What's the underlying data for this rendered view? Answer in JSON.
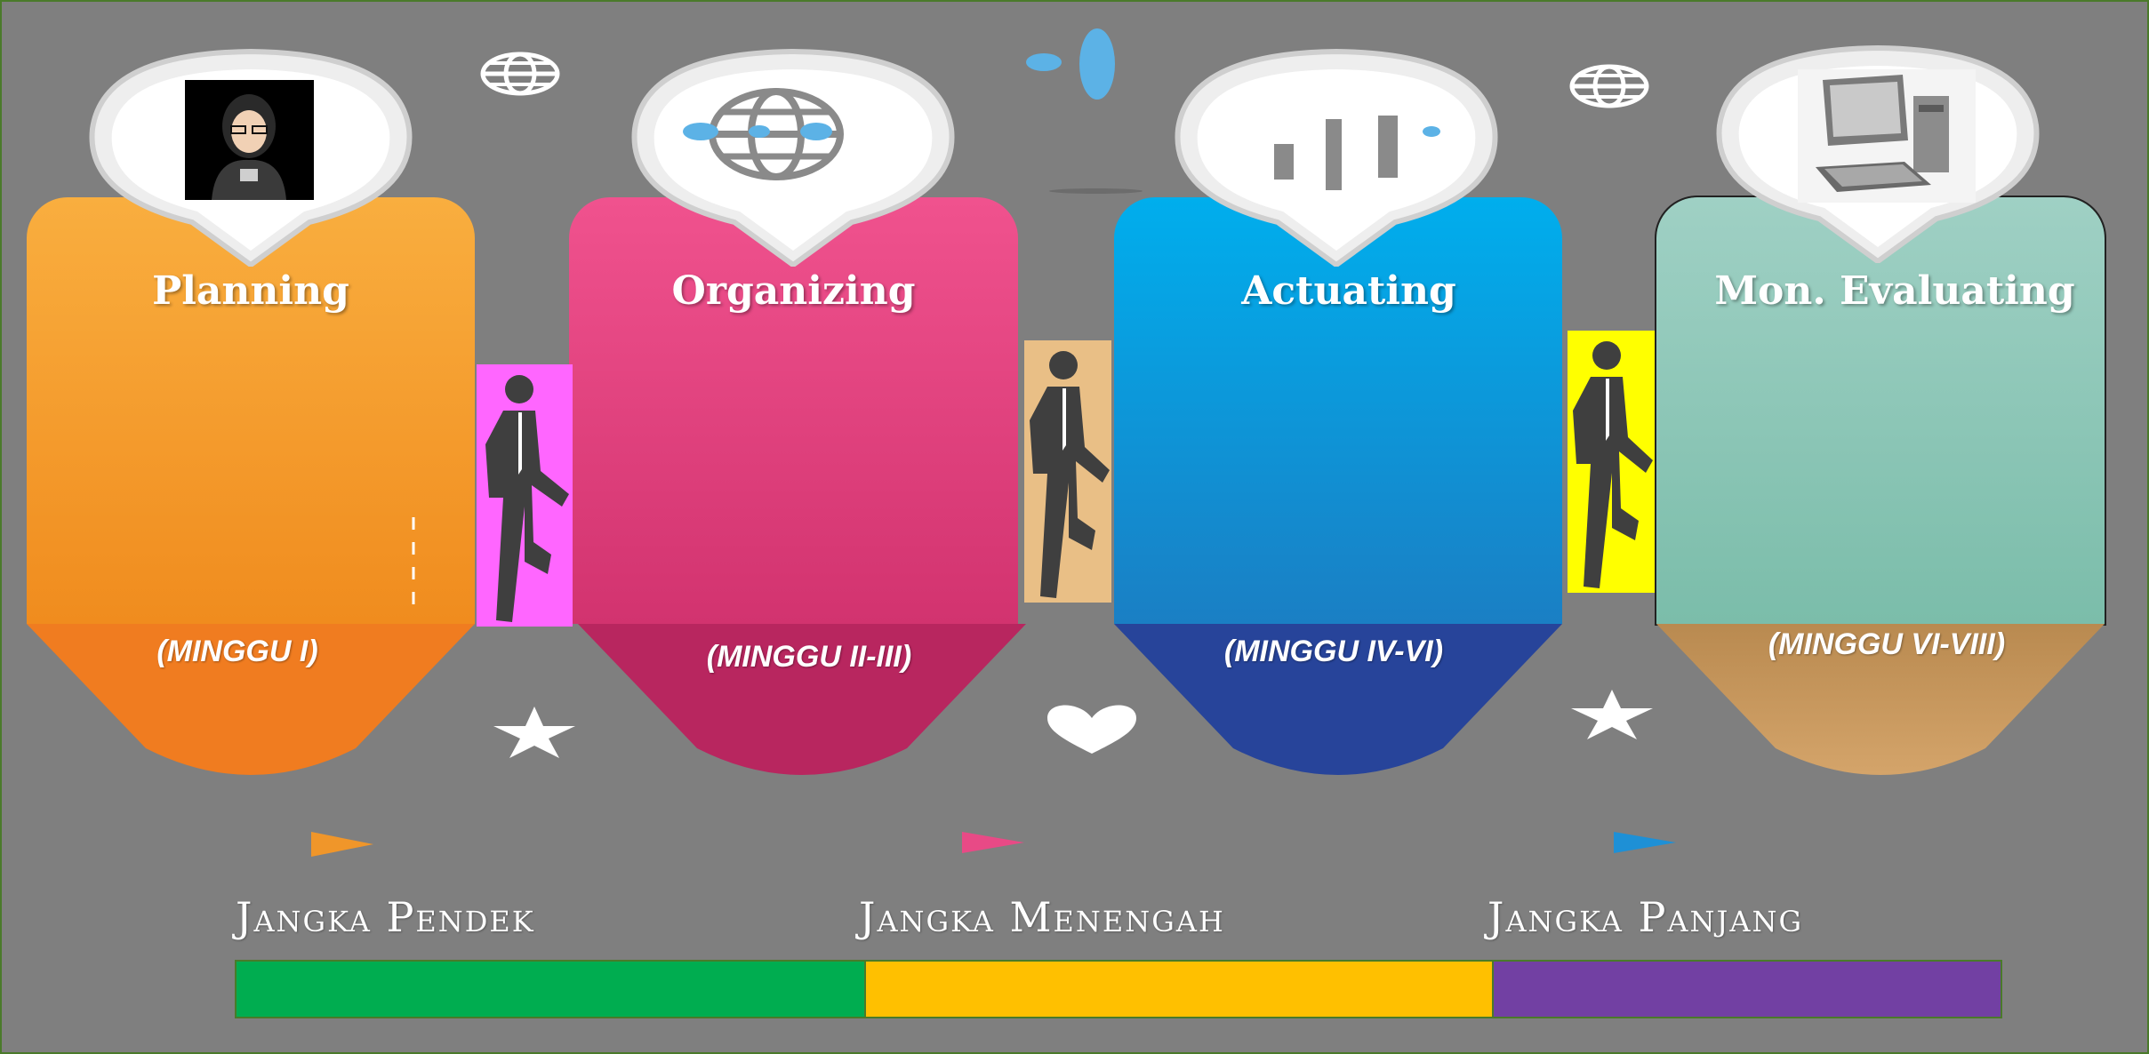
{
  "stages": [
    {
      "title": "Planning",
      "week": "(MINGGU I)",
      "color_top": "#f9ae3f",
      "color_bottom": "#f08c1e",
      "funnel": "#f07c20",
      "badge_icon": "person-portrait-icon"
    },
    {
      "title": "Organizing",
      "week": "(MINGGU II-III)",
      "color_top": "#f0528e",
      "color_bottom": "#d2336f",
      "funnel": "#b8265f",
      "badge_icon": "globe-icon"
    },
    {
      "title": "Actuating",
      "week": "(MINGGU IV-VI)",
      "color_top": "#00aeed",
      "color_bottom": "#1a7fc4",
      "funnel": "#27449a",
      "badge_icon": "bar-chart-icon"
    },
    {
      "title": "Mon. Evaluating",
      "week": "(MINGGU VI-VIII)",
      "color_top": "#9fd0c4",
      "color_bottom": "#7bbdaa",
      "funnel": "#c9955a",
      "badge_icon": "computer-icon"
    }
  ],
  "connectors": [
    {
      "bg": "#ff66ff",
      "icon": "walking-person-icon"
    },
    {
      "bg": "#e9bf86",
      "icon": "walking-person-icon"
    },
    {
      "bg": "#ffff00",
      "icon": "walking-person-icon"
    }
  ],
  "timeline": [
    {
      "label": "Jangka Pendek",
      "color": "#00ad50"
    },
    {
      "label": "Jangka Menengah",
      "color": "#ffc000"
    },
    {
      "label": "Jangka Panjang",
      "color": "#7240a3"
    }
  ]
}
